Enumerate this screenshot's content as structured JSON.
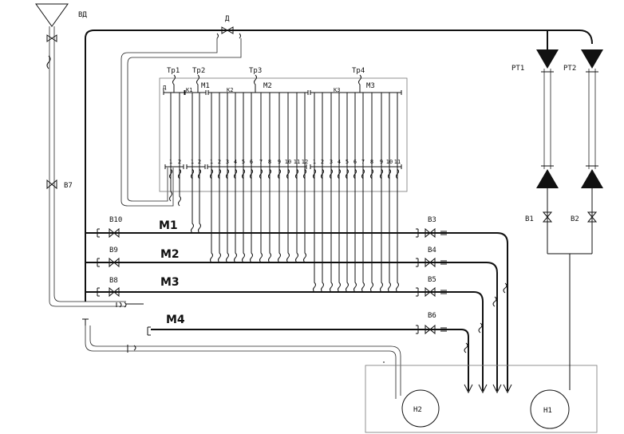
{
  "labels": {
    "vd": "ВД",
    "d_top": "Д",
    "tr1": "Тр1",
    "tr2": "Тр2",
    "tr3": "Тр3",
    "tr4": "Тр4",
    "d_small": "Д",
    "k1": "К1",
    "m1_small": "М1",
    "k2": "К2",
    "m2_small": "М2",
    "k3": "К3",
    "m3_small": "М3",
    "rt1": "РТ1",
    "rt2": "РТ2",
    "b1": "В1",
    "b2": "В2",
    "b3": "В3",
    "b4": "В4",
    "b5": "В5",
    "b6": "В6",
    "b7": "В7",
    "b8": "В8",
    "b9": "В9",
    "b10": "В10",
    "m1": "М1",
    "m2": "М2",
    "m3": "М3",
    "m4": "М4",
    "h1": "Н1",
    "h2": "Н2"
  },
  "tube_groups": [
    {
      "name": "d-group",
      "numbers": [
        "1",
        "2"
      ]
    },
    {
      "name": "k1-group",
      "numbers": [
        "1",
        "2"
      ]
    },
    {
      "name": "k2-group",
      "numbers": [
        "1",
        "2",
        "3",
        "4",
        "5",
        "6",
        "7",
        "8",
        "9",
        "10",
        "11",
        "12"
      ]
    },
    {
      "name": "k3-group",
      "numbers": [
        "1",
        "2",
        "3",
        "4",
        "5",
        "6",
        "7",
        "8",
        "9",
        "10",
        "11"
      ]
    }
  ]
}
